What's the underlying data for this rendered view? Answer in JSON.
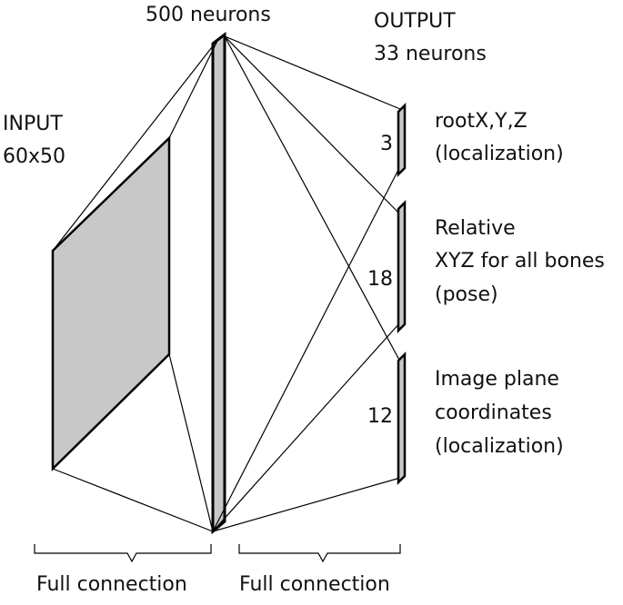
{
  "input": {
    "title": "INPUT",
    "size": "60x50"
  },
  "hidden": {
    "label": "500 neurons"
  },
  "output": {
    "title": "OUTPUT",
    "count": "33 neurons",
    "groups": [
      {
        "n": "3",
        "lines": [
          "rootX,Y,Z",
          "(localization)"
        ]
      },
      {
        "n": "18",
        "lines": [
          "Relative",
          "XYZ for all bones",
          "(pose)"
        ]
      },
      {
        "n": "12",
        "lines": [
          "Image plane",
          "coordinates",
          "(localization)"
        ]
      }
    ]
  },
  "connections": [
    "Full connection",
    "Full connection"
  ],
  "colors": {
    "fill": "#c8c8c8",
    "stroke": "#000000",
    "background": "#ffffff"
  }
}
